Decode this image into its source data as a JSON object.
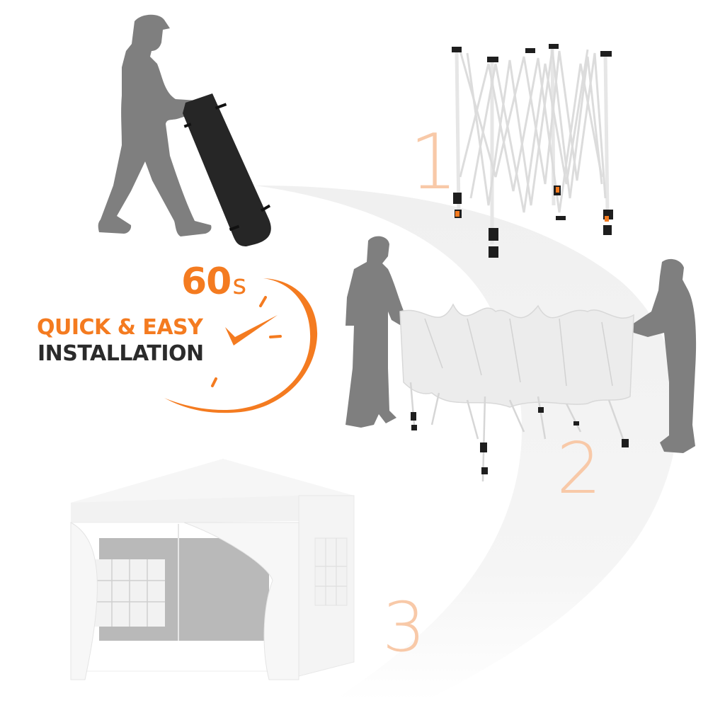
{
  "graphic": {
    "headline": {
      "line1": "QUICK & EASY",
      "line2": "INSTALLATION"
    },
    "timer": {
      "value": "60",
      "unit": "s",
      "icon": "stopwatch-check-icon"
    },
    "steps": [
      {
        "number": "1",
        "scene": "expanded-frame"
      },
      {
        "number": "2",
        "scene": "two-people-unfolding-canopy"
      },
      {
        "number": "3",
        "scene": "assembled-gazebo-with-sidewalls"
      }
    ],
    "intro_scene": "person-rolling-carry-bag",
    "colors": {
      "accent": "#f47b20",
      "dark_text": "#2b2b2b",
      "step_number": "#f8c9a8",
      "silhouette": "#7f7f7f",
      "path": "#f2f2f2",
      "bag": "#222222"
    }
  }
}
